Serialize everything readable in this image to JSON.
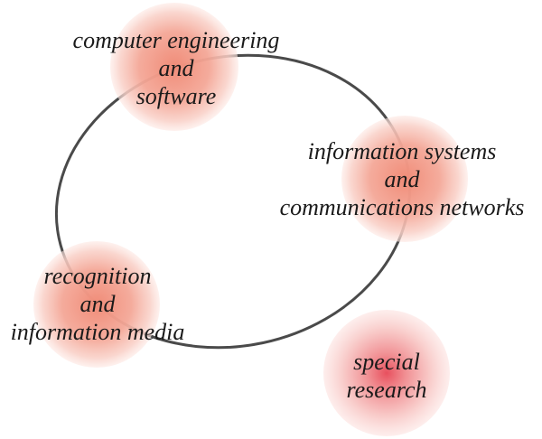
{
  "colors": {
    "node_fill": "#f08c78",
    "special_center": "#e8505e",
    "ring_stroke": "#4a4a4a"
  },
  "nodes": {
    "computer": {
      "lines": [
        "computer engineering",
        "and",
        "software"
      ]
    },
    "info": {
      "lines": [
        "information systems",
        "and",
        "communications networks"
      ]
    },
    "recog": {
      "lines": [
        "recognition",
        "and",
        "information media"
      ]
    },
    "special": {
      "lines": [
        "special",
        "research"
      ]
    }
  }
}
